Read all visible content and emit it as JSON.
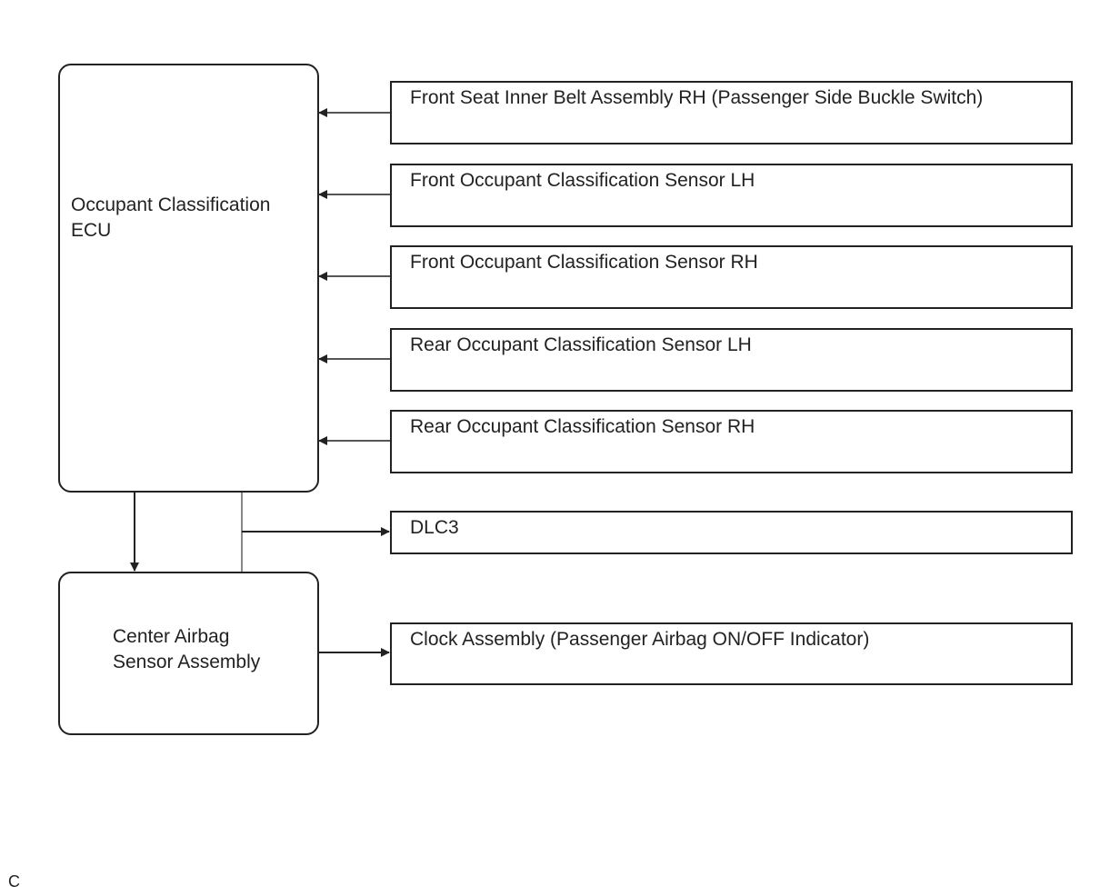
{
  "ecu": {
    "line1": "Occupant Classification",
    "line2": "ECU"
  },
  "airbag_sensor": {
    "line1": "Center Airbag",
    "line2": "Sensor Assembly"
  },
  "inputs": [
    "Front Seat Inner Belt Assembly RH (Passenger Side Buckle Switch)",
    "Front Occupant Classification Sensor LH",
    "Front Occupant Classification Sensor RH",
    "Rear Occupant Classification Sensor LH",
    "Rear Occupant Classification Sensor RH"
  ],
  "dlc": "DLC3",
  "clock": "Clock Assembly (Passenger Airbag ON/OFF Indicator)",
  "footer": "C",
  "colors": {
    "line": "#222222",
    "background": "#ffffff"
  }
}
